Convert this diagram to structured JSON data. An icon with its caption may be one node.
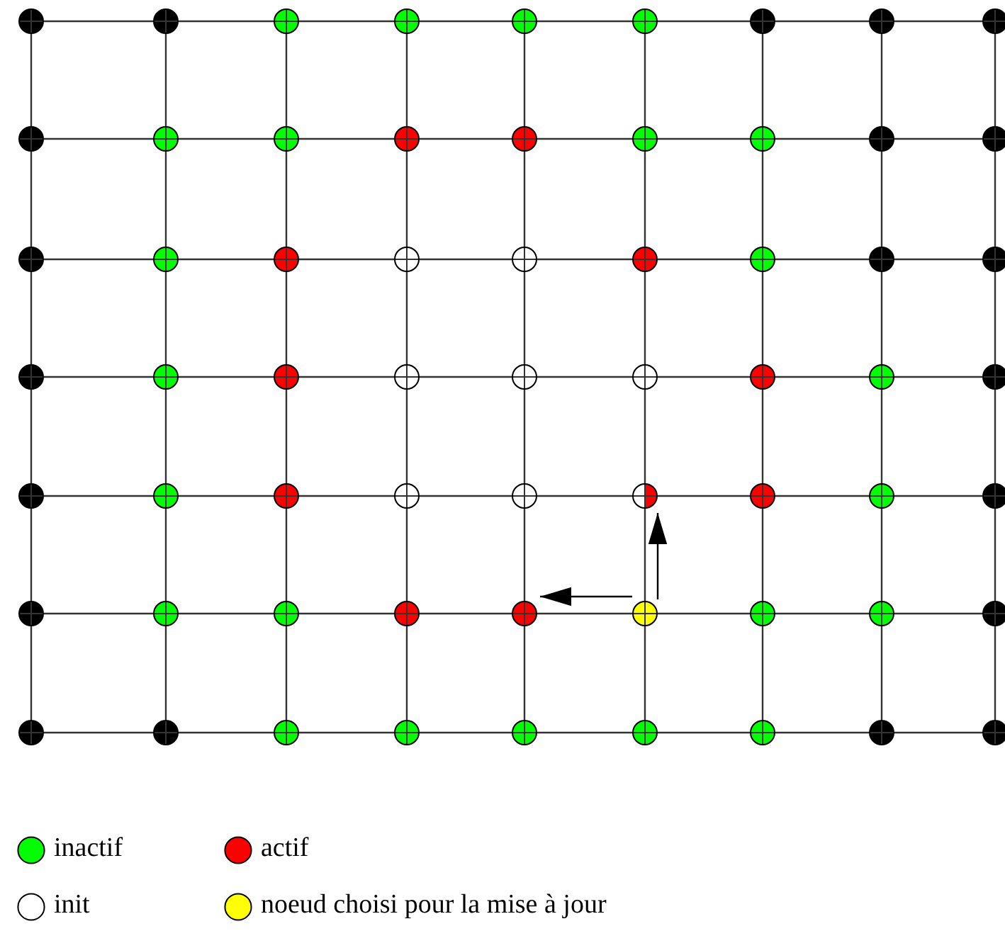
{
  "diagram": {
    "nodes": [
      {
        "text": [],
        "shape": "circle"
      },
      {
        "text": [],
        "shape": "circle"
      },
      {
        "text": [],
        "shape": "circle"
      },
      {
        "text": [],
        "shape": "circle"
      },
      {
        "text": [],
        "shape": "circle"
      },
      {
        "text": [],
        "shape": "circle"
      },
      {
        "text": [],
        "shape": "circle"
      },
      {
        "text": [],
        "shape": "circle"
      },
      {
        "text": [],
        "shape": "circle"
      },
      {
        "text": [],
        "shape": "circle"
      },
      {
        "text": [],
        "shape": "circle"
      },
      {
        "text": [],
        "shape": "circle"
      },
      {
        "text": [],
        "shape": "circle"
      },
      {
        "text": [],
        "shape": "circle"
      },
      {
        "text": [],
        "shape": "circle"
      },
      {
        "text": [],
        "shape": "circle"
      },
      {
        "text": [],
        "shape": "circle"
      },
      {
        "text": [],
        "shape": "circle"
      },
      {
        "text": [],
        "shape": "circle"
      },
      {
        "text": [],
        "shape": "circle"
      },
      {
        "text": [],
        "shape": "circle"
      },
      {
        "text": [],
        "shape": "circle"
      },
      {
        "text": [],
        "shape": "circle"
      },
      {
        "text": [],
        "shape": "circle"
      },
      {
        "text": [],
        "shape": "circle"
      },
      {
        "text": [],
        "shape": "circle"
      },
      {
        "text": [],
        "shape": "circle"
      },
      {
        "text": [],
        "shape": "circle"
      },
      {
        "text": [],
        "shape": "circle"
      },
      {
        "text": [],
        "shape": "circle"
      },
      {
        "text": [],
        "shape": "circle"
      },
      {
        "text": [],
        "shape": "circle"
      },
      {
        "text": [],
        "shape": "circle"
      },
      {
        "text": [],
        "shape": "circle"
      },
      {
        "text": [],
        "shape": "circle"
      },
      {
        "text": [],
        "shape": "circle"
      },
      {
        "text": [],
        "shape": "circle"
      },
      {
        "text": [],
        "shape": "circle"
      },
      {
        "text": [],
        "shape": "circle"
      },
      {
        "text": [],
        "shape": "circle"
      },
      {
        "text": [],
        "shape": "circle"
      },
      {
        "text": [],
        "shape": "circle"
      },
      {
        "text": [],
        "shape": "circle"
      },
      {
        "text": [],
        "shape": "circle"
      },
      {
        "text": [],
        "shape": "circle"
      },
      {
        "text": [],
        "shape": "circle"
      },
      {
        "text": [],
        "shape": "circle"
      },
      {
        "text": [],
        "shape": "circle"
      },
      {
        "text": [],
        "shape": "circle"
      },
      {
        "text": [],
        "shape": "circle"
      },
      {
        "text": [],
        "shape": "circle"
      },
      {
        "text": [],
        "shape": "circle"
      },
      {
        "text": [],
        "shape": "circle"
      },
      {
        "text": [],
        "shape": "circle"
      },
      {
        "text": [],
        "shape": "circle"
      },
      {
        "text": [],
        "shape": "circle"
      },
      {
        "text": [],
        "shape": "circle"
      },
      {
        "text": [],
        "shape": "circle"
      },
      {
        "text": [],
        "shape": "circle"
      },
      {
        "text": [],
        "shape": "circle"
      },
      {
        "text": [],
        "shape": "circle"
      },
      {
        "text": [],
        "shape": "circle"
      },
      {
        "text": [],
        "shape": "circle"
      }
    ],
    "edges": [
      {
        "from": 0,
        "to": 1,
        "arrow": "none"
      },
      {
        "from": 1,
        "to": 2,
        "arrow": "none"
      },
      {
        "from": 2,
        "to": 3,
        "arrow": "none"
      },
      {
        "from": 3,
        "to": 4,
        "arrow": "none"
      },
      {
        "from": 4,
        "to": 5,
        "arrow": "none"
      },
      {
        "from": 5,
        "to": 6,
        "arrow": "none"
      },
      {
        "from": 6,
        "to": 7,
        "arrow": "none"
      },
      {
        "from": 7,
        "to": 8,
        "arrow": "none"
      },
      {
        "from": 9,
        "to": 10,
        "arrow": "none"
      },
      {
        "from": 10,
        "to": 11,
        "arrow": "none"
      },
      {
        "from": 11,
        "to": 12,
        "arrow": "none"
      },
      {
        "from": 12,
        "to": 13,
        "arrow": "none"
      },
      {
        "from": 13,
        "to": 14,
        "arrow": "none"
      },
      {
        "from": 14,
        "to": 15,
        "arrow": "none"
      },
      {
        "from": 15,
        "to": 16,
        "arrow": "none"
      },
      {
        "from": 16,
        "to": 17,
        "arrow": "none"
      },
      {
        "from": 18,
        "to": 19,
        "arrow": "none"
      },
      {
        "from": 19,
        "to": 20,
        "arrow": "none"
      },
      {
        "from": 20,
        "to": 21,
        "arrow": "none"
      },
      {
        "from": 21,
        "to": 22,
        "arrow": "none"
      },
      {
        "from": 22,
        "to": 23,
        "arrow": "none"
      },
      {
        "from": 23,
        "to": 24,
        "arrow": "none"
      },
      {
        "from": 24,
        "to": 25,
        "arrow": "none"
      },
      {
        "from": 25,
        "to": 26,
        "arrow": "none"
      },
      {
        "from": 27,
        "to": 28,
        "arrow": "none"
      },
      {
        "from": 28,
        "to": 29,
        "arrow": "none"
      },
      {
        "from": 29,
        "to": 30,
        "arrow": "none"
      },
      {
        "from": 30,
        "to": 31,
        "arrow": "none"
      },
      {
        "from": 31,
        "to": 32,
        "arrow": "none"
      },
      {
        "from": 32,
        "to": 33,
        "arrow": "none"
      },
      {
        "from": 33,
        "to": 34,
        "arrow": "none"
      },
      {
        "from": 34,
        "to": 35,
        "arrow": "none"
      },
      {
        "from": 36,
        "to": 37,
        "arrow": "none"
      },
      {
        "from": 37,
        "to": 38,
        "arrow": "none"
      },
      {
        "from": 38,
        "to": 39,
        "arrow": "none"
      },
      {
        "from": 39,
        "to": 40,
        "arrow": "none"
      },
      {
        "from": 40,
        "to": 41,
        "arrow": "none"
      },
      {
        "from": 41,
        "to": 42,
        "arrow": "none"
      },
      {
        "from": 42,
        "to": 43,
        "arrow": "none"
      },
      {
        "from": 43,
        "to": 44,
        "arrow": "none"
      },
      {
        "from": 45,
        "to": 46,
        "arrow": "none"
      },
      {
        "from": 46,
        "to": 47,
        "arrow": "none"
      },
      {
        "from": 47,
        "to": 48,
        "arrow": "none"
      },
      {
        "from": 48,
        "to": 49,
        "arrow": "none"
      },
      {
        "from": 49,
        "to": 50,
        "arrow": "none"
      },
      {
        "from": 50,
        "to": 51,
        "arrow": "none"
      },
      {
        "from": 51,
        "to": 52,
        "arrow": "none"
      },
      {
        "from": 52,
        "to": 53,
        "arrow": "none"
      },
      {
        "from": 54,
        "to": 55,
        "arrow": "none"
      },
      {
        "from": 55,
        "to": 56,
        "arrow": "none"
      },
      {
        "from": 56,
        "to": 57,
        "arrow": "none"
      },
      {
        "from": 57,
        "to": 58,
        "arrow": "none"
      },
      {
        "from": 58,
        "to": 59,
        "arrow": "none"
      },
      {
        "from": 59,
        "to": 60,
        "arrow": "none"
      },
      {
        "from": 60,
        "to": 61,
        "arrow": "none"
      },
      {
        "from": 61,
        "to": 62,
        "arrow": "none"
      },
      {
        "from": 0,
        "to": 9,
        "arrow": "none"
      },
      {
        "from": 1,
        "to": 10,
        "arrow": "none"
      },
      {
        "from": 2,
        "to": 11,
        "arrow": "none"
      },
      {
        "from": 3,
        "to": 12,
        "arrow": "none"
      },
      {
        "from": 4,
        "to": 13,
        "arrow": "none"
      },
      {
        "from": 5,
        "to": 14,
        "arrow": "none"
      },
      {
        "from": 6,
        "to": 15,
        "arrow": "none"
      },
      {
        "from": 7,
        "to": 16,
        "arrow": "none"
      },
      {
        "from": 8,
        "to": 17,
        "arrow": "none"
      },
      {
        "from": 9,
        "to": 18,
        "arrow": "none"
      },
      {
        "from": 10,
        "to": 19,
        "arrow": "none"
      },
      {
        "from": 11,
        "to": 20,
        "arrow": "none"
      },
      {
        "from": 12,
        "to": 21,
        "arrow": "none"
      },
      {
        "from": 13,
        "to": 22,
        "arrow": "none"
      },
      {
        "from": 14,
        "to": 23,
        "arrow": "none"
      },
      {
        "from": 15,
        "to": 24,
        "arrow": "none"
      },
      {
        "from": 16,
        "to": 25,
        "arrow": "none"
      },
      {
        "from": 17,
        "to": 26,
        "arrow": "none"
      },
      {
        "from": 18,
        "to": 27,
        "arrow": "none"
      },
      {
        "from": 19,
        "to": 28,
        "arrow": "none"
      },
      {
        "from": 20,
        "to": 29,
        "arrow": "none"
      },
      {
        "from": 21,
        "to": 30,
        "arrow": "none"
      },
      {
        "from": 22,
        "to": 31,
        "arrow": "none"
      },
      {
        "from": 23,
        "to": 32,
        "arrow": "none"
      },
      {
        "from": 24,
        "to": 33,
        "arrow": "none"
      },
      {
        "from": 25,
        "to": 34,
        "arrow": "none"
      },
      {
        "from": 26,
        "to": 35,
        "arrow": "none"
      },
      {
        "from": 27,
        "to": 36,
        "arrow": "none"
      },
      {
        "from": 28,
        "to": 37,
        "arrow": "none"
      },
      {
        "from": 29,
        "to": 38,
        "arrow": "none"
      },
      {
        "from": 30,
        "to": 39,
        "arrow": "none"
      },
      {
        "from": 31,
        "to": 40,
        "arrow": "none"
      },
      {
        "from": 32,
        "to": 41,
        "arrow": "none"
      },
      {
        "from": 33,
        "to": 42,
        "arrow": "none"
      },
      {
        "from": 34,
        "to": 43,
        "arrow": "none"
      },
      {
        "from": 35,
        "to": 44,
        "arrow": "none"
      },
      {
        "from": 36,
        "to": 45,
        "arrow": "none"
      },
      {
        "from": 37,
        "to": 46,
        "arrow": "none"
      },
      {
        "from": 38,
        "to": 47,
        "arrow": "none"
      },
      {
        "from": 39,
        "to": 48,
        "arrow": "none"
      },
      {
        "from": 40,
        "to": 49,
        "arrow": "none"
      },
      {
        "from": 41,
        "to": 50,
        "arrow": "none"
      },
      {
        "from": 42,
        "to": 51,
        "arrow": "none"
      },
      {
        "from": 43,
        "to": 52,
        "arrow": "none"
      },
      {
        "from": 44,
        "to": 53,
        "arrow": "none"
      },
      {
        "from": 45,
        "to": 54,
        "arrow": "none"
      },
      {
        "from": 46,
        "to": 55,
        "arrow": "none"
      },
      {
        "from": 47,
        "to": 56,
        "arrow": "none"
      },
      {
        "from": 48,
        "to": 57,
        "arrow": "none"
      },
      {
        "from": 49,
        "to": 58,
        "arrow": "none"
      },
      {
        "from": 50,
        "to": 59,
        "arrow": "none"
      },
      {
        "from": 51,
        "to": 60,
        "arrow": "none"
      },
      {
        "from": 52,
        "to": 61,
        "arrow": "none"
      },
      {
        "from": 53,
        "to": 62,
        "arrow": "none"
      },
      {
        "from": 50,
        "to": 49,
        "arrow": "to"
      },
      {
        "from": 50,
        "to": 41,
        "arrow": "to"
      }
    ],
    "legend": [
      {
        "text": "inactif",
        "color": "#00ff00"
      },
      {
        "text": "actif",
        "color": "#ff0000"
      },
      {
        "text": "init",
        "color": "#ffffff"
      },
      {
        "text": "noeud choisi pour la mise à jour",
        "color": "#ffff00"
      }
    ]
  }
}
